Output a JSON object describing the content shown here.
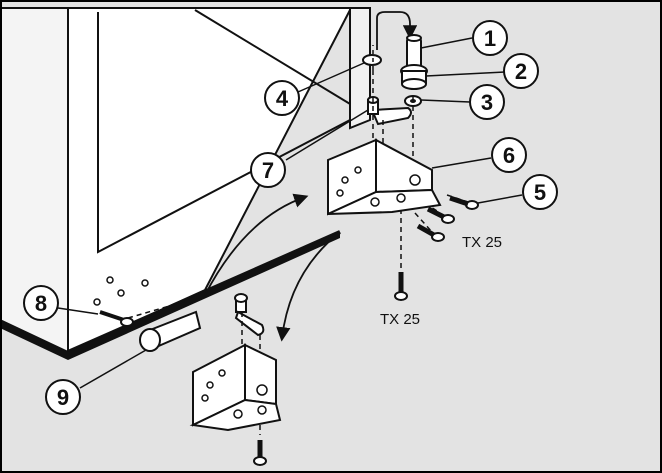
{
  "callouts": [
    {
      "id": "c1",
      "label": "1"
    },
    {
      "id": "c2",
      "label": "2"
    },
    {
      "id": "c3",
      "label": "3"
    },
    {
      "id": "c4",
      "label": "4"
    },
    {
      "id": "c5",
      "label": "5"
    },
    {
      "id": "c6",
      "label": "6"
    },
    {
      "id": "c7",
      "label": "7"
    },
    {
      "id": "c8",
      "label": "8"
    },
    {
      "id": "c9",
      "label": "9"
    }
  ],
  "labels": {
    "tx_upper": "TX 25",
    "tx_lower": "TX 25"
  },
  "colors": {
    "background": "#e3e3e3",
    "cabinet": "#ffffff",
    "line": "#111111",
    "frame": "#000000"
  }
}
